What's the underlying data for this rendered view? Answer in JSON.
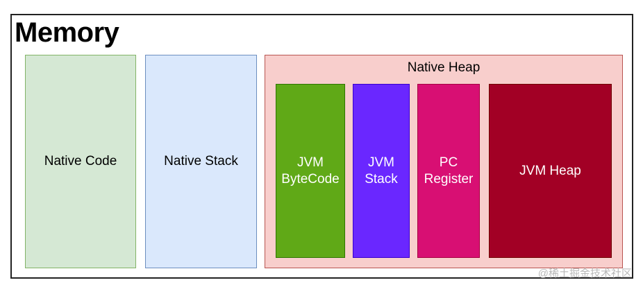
{
  "title": "Memory",
  "native_code": {
    "label": "Native Code"
  },
  "native_stack": {
    "label": "Native Stack"
  },
  "native_heap": {
    "label": "Native Heap",
    "children": [
      {
        "label": "JVM\nByteCode",
        "color": "#60a917"
      },
      {
        "label": "JVM\nStack",
        "color": "#6a27ff"
      },
      {
        "label": "PC\nRegister",
        "color": "#d80f73"
      },
      {
        "label": "JVM Heap",
        "color": "#a20025"
      }
    ]
  },
  "watermark": "@稀土掘金技术社区",
  "colors": {
    "native_code_fill": "#d5e8d4",
    "native_stack_fill": "#dae8fc",
    "native_heap_fill": "#f8cecc"
  }
}
